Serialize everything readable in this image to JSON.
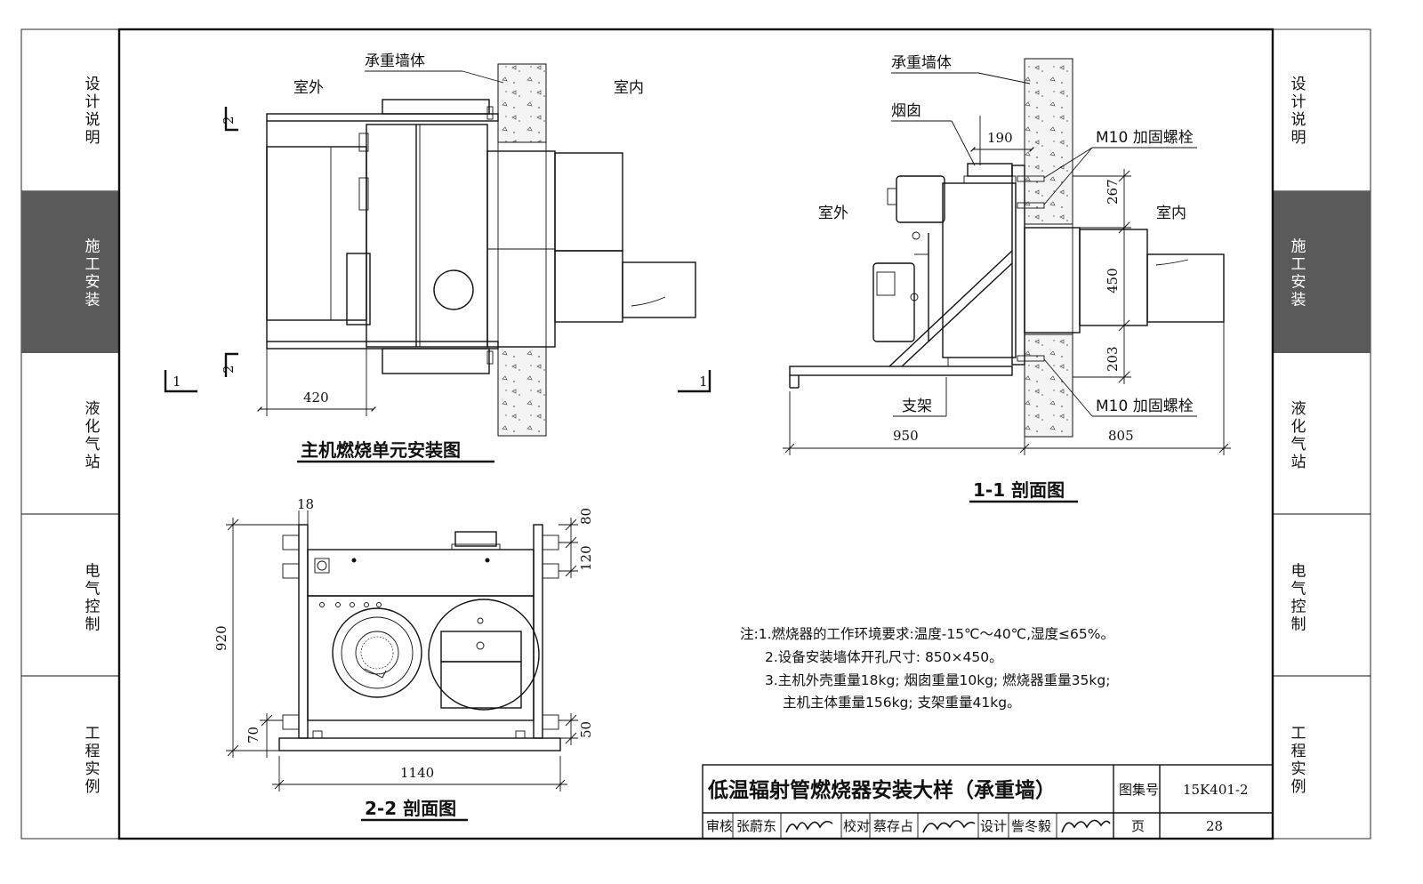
{
  "side_tabs": {
    "items": [
      {
        "label": "设计说明"
      },
      {
        "label": "施工安装",
        "active": true
      },
      {
        "label": "液化气站"
      },
      {
        "label": "电气控制"
      },
      {
        "label": "工程实例"
      }
    ]
  },
  "plan_view": {
    "title": "主机燃烧单元安装图",
    "wall_label": "承重墙体",
    "outdoor_label": "室外",
    "indoor_label": "室内",
    "dim_420": "420",
    "section_1": "1",
    "section_2": "2"
  },
  "section_1_1": {
    "title": "1-1 剖面图",
    "wall_label": "承重墙体",
    "chimney_label": "烟囱",
    "outdoor_label": "室外",
    "indoor_label": "室内",
    "bracket_label": "支架",
    "bolt_label": "M10 加固螺栓",
    "dim_190": "190",
    "dim_267": "267",
    "dim_450": "450",
    "dim_203": "203",
    "dim_950": "950",
    "dim_805": "805"
  },
  "section_2_2": {
    "title": "2-2 剖面图",
    "dim_18": "18",
    "dim_80": "80",
    "dim_120": "120",
    "dim_920": "920",
    "dim_70": "70",
    "dim_50": "50",
    "dim_1140": "1140"
  },
  "notes": {
    "line1": "注:1.燃烧器的工作环境要求:温度-15℃～40℃,湿度≤65%。",
    "line2": "2.设备安装墙体开孔尺寸: 850×450。",
    "line3": "3.主机外壳重量18kg; 烟囱重量10kg; 燃烧器重量35kg;",
    "line4": "主机主体重量156kg; 支架重量41kg。"
  },
  "title_block": {
    "drawing_title": "低温辐射管燃烧器安装大样（承重墙）",
    "atlas_label": "图集号",
    "atlas_no": "15K401-2",
    "review_label": "审核",
    "reviewer": "张蔚东",
    "check_label": "校对",
    "checker": "蔡存占",
    "design_label": "设计",
    "designer": "訾冬毅",
    "page_label": "页",
    "page_no": "28"
  }
}
